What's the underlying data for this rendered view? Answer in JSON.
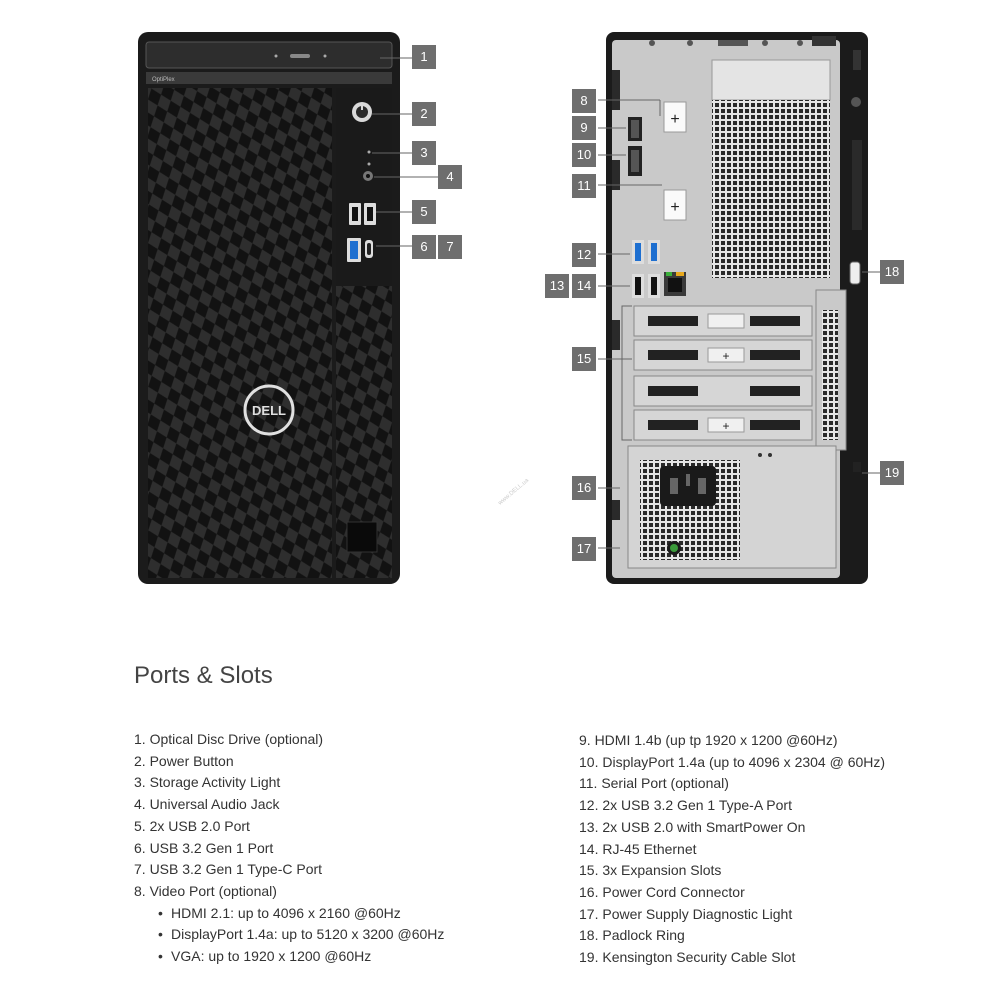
{
  "brand": {
    "logo_text": "DELL",
    "model_label": "OptiPlex",
    "watermark": "www.DELL.ua"
  },
  "callouts": {
    "c1": "1",
    "c2": "2",
    "c3": "3",
    "c4": "4",
    "c5": "5",
    "c6": "6",
    "c7": "7",
    "c8": "8",
    "c9": "9",
    "c10": "10",
    "c11": "11",
    "c12": "12",
    "c13": "13",
    "c14": "14",
    "c15": "15",
    "c16": "16",
    "c17": "17",
    "c18": "18",
    "c19": "19"
  },
  "section_title": "Ports & Slots",
  "left_list": [
    "1. Optical Disc Drive (optional)",
    "2. Power Button",
    "3. Storage Activity Light",
    "4. Universal Audio Jack",
    "5. 2x USB 2.0 Port",
    "6. USB 3.2 Gen 1 Port",
    "7. USB 3.2 Gen 1 Type-C Port",
    "8. Video Port (optional)"
  ],
  "video_sub": [
    "HDMI 2.1: up to 4096 x 2160 @60Hz",
    "DisplayPort 1.4a: up to 5120 x 3200 @60Hz",
    "VGA: up to 1920 x 1200 @60Hz"
  ],
  "bullet": "•",
  "right_list": [
    "9. HDMI 1.4b (up tp 1920 x 1200 @60Hz)",
    "10. DisplayPort 1.4a (up to 4096 x 2304 @ 60Hz)",
    "11. Serial Port (optional)",
    "12. 2x USB 3.2 Gen 1 Type-A Port",
    "13. 2x USB 2.0 with SmartPower On",
    "14. RJ-45 Ethernet",
    "15. 3x Expansion Slots",
    "16. Power Cord Connector",
    "17. Power Supply Diagnostic Light",
    "18. Padlock Ring",
    "19. Kensington Security Cable Slot"
  ],
  "colors": {
    "chassis": "#1b1b1b",
    "back_panel": "#c9c9c9",
    "callout_bg": "#6e6e6e",
    "usb3_blue": "#1e6fd0"
  },
  "icons": [
    "power-button-icon",
    "audio-jack-icon",
    "usb-port-icon",
    "hdmi-port-icon",
    "displayport-icon",
    "ethernet-port-icon",
    "power-connector-icon"
  ]
}
